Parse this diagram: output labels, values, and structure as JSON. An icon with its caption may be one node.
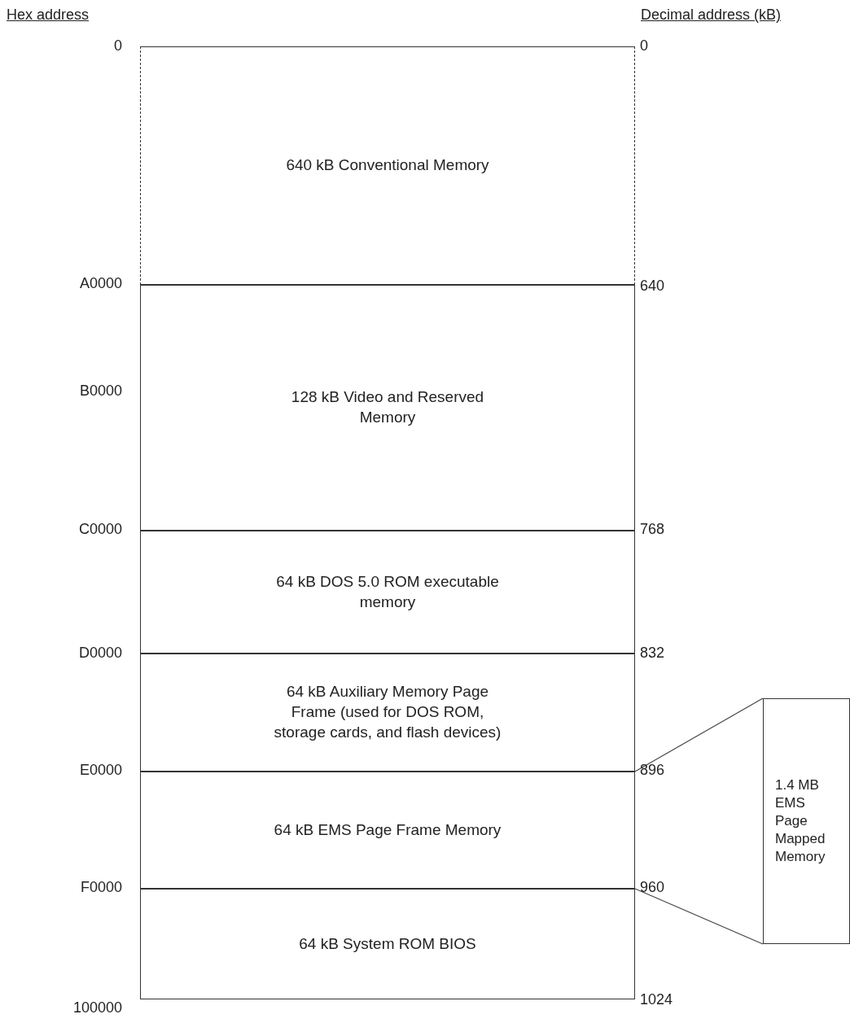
{
  "diagram": {
    "nodes": [
      {
        "text": [
          "640 kB Conventional Memory"
        ]
      },
      {
        "text": [
          "128 kB Video and Reserved Memory"
        ]
      },
      {
        "text": [
          "64 kB DOS 5.0 ROM executable memory"
        ]
      },
      {
        "text": [
          "64 kB Auxiliary Memory Page Frame (used for DOS ROM, storage cards, and flash devices)"
        ]
      },
      {
        "text": [
          "64 kB EMS Page Frame Memory"
        ]
      },
      {
        "text": [
          "64 kB System ROM BIOS"
        ]
      },
      {
        "text": [
          "1.4 MB EMS Page Mapped Memory"
        ]
      }
    ],
    "edges": [
      {
        "from": 4,
        "to": 6,
        "arrow": "none"
      },
      {
        "from": 4,
        "to": 6,
        "arrow": "none"
      }
    ],
    "labels": [
      "Hex address",
      "Decimal address (kB)",
      "0",
      "0",
      "A0000",
      "640",
      "B0000",
      "C0000",
      "768",
      "D0000",
      "832",
      "E0000",
      "896",
      "F0000",
      "960",
      "100000",
      "1024"
    ]
  }
}
